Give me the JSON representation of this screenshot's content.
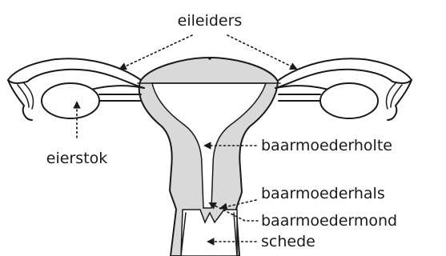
{
  "labels": {
    "eileiders": "eileiders",
    "eierstok": "eierstok",
    "baarmoederholte": "baarmoederholte",
    "baarmoederhals": "baarmoederhals",
    "baarmoedermond": "baarmoedermond",
    "schede": "schede"
  }
}
